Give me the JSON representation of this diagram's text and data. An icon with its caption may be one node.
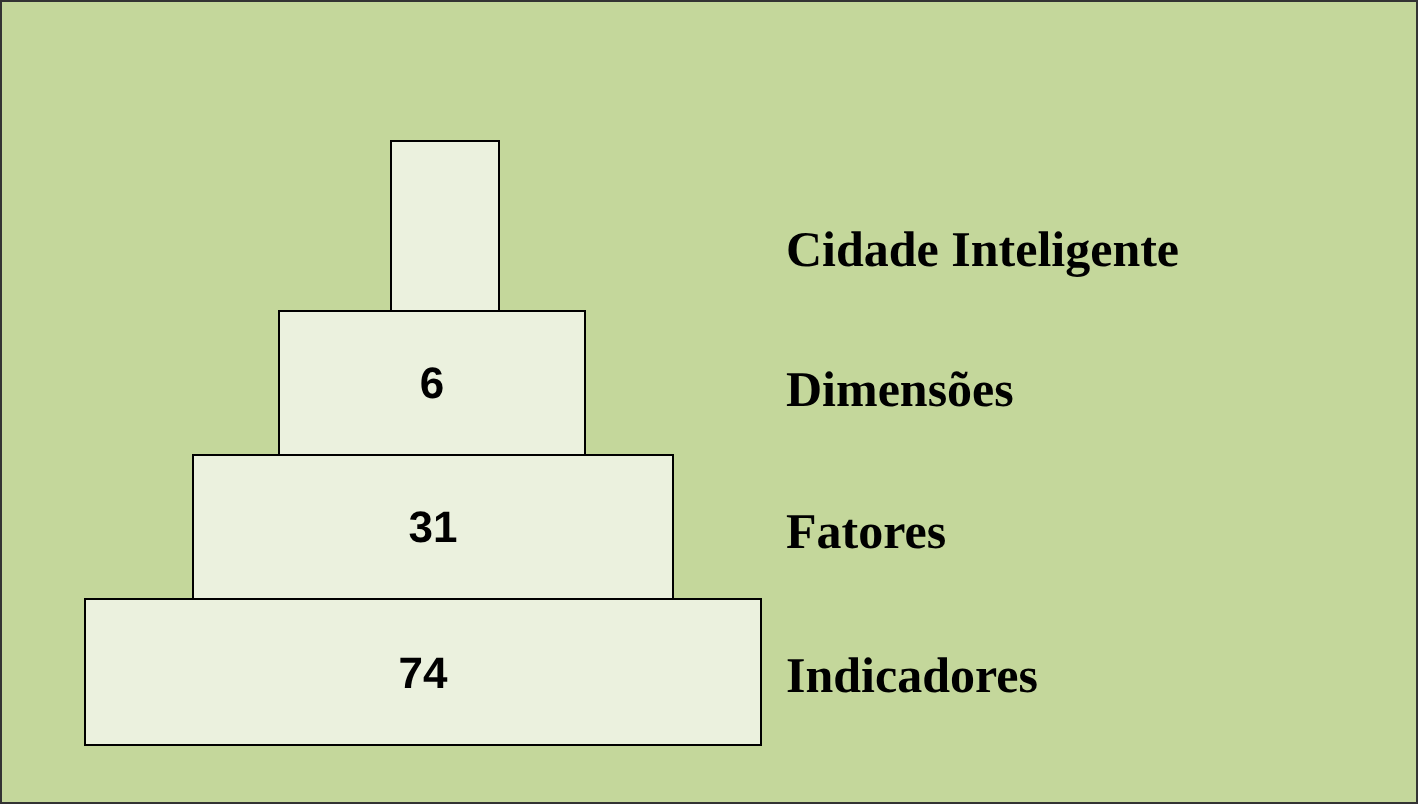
{
  "diagram": {
    "nodes": [
      {
        "text": [],
        "shape": "box"
      },
      {
        "text": [
          "6"
        ]
      },
      {
        "text": [
          "31"
        ]
      },
      {
        "text": [
          "74"
        ]
      }
    ],
    "labels": [
      "Cidade Inteligente",
      "Dimensões",
      "Fatores",
      "Indicadores"
    ]
  }
}
